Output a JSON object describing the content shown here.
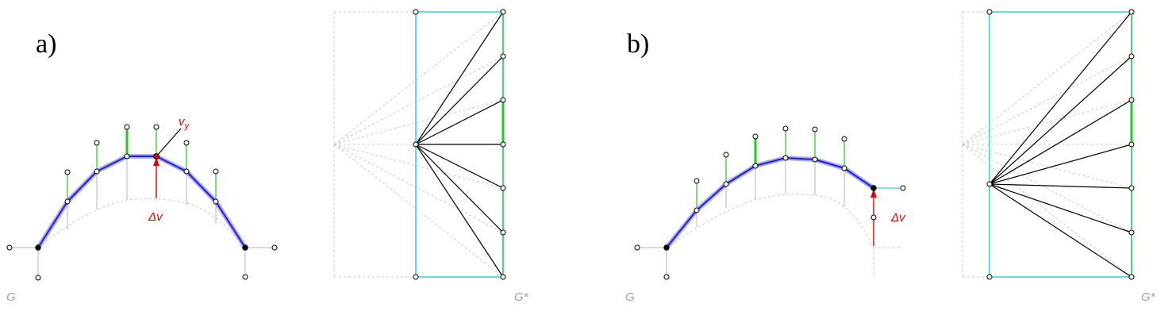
{
  "labels": {
    "panel_a": "a)",
    "panel_b": "b)",
    "form_a": "G",
    "force_a": "G*",
    "form_b": "G",
    "force_b": "G*",
    "vy_main": "v",
    "vy_sub": "y",
    "delta_v_a": "Δv",
    "delta_v_b": "Δv"
  },
  "colors": {
    "arch": "#2222cc",
    "arch_glow": "#8a8af0",
    "load_lines": "#22cc22",
    "force_boundary": "#33d6e6",
    "highlight": "#e00000",
    "construction": "#c8c8c8"
  }
}
